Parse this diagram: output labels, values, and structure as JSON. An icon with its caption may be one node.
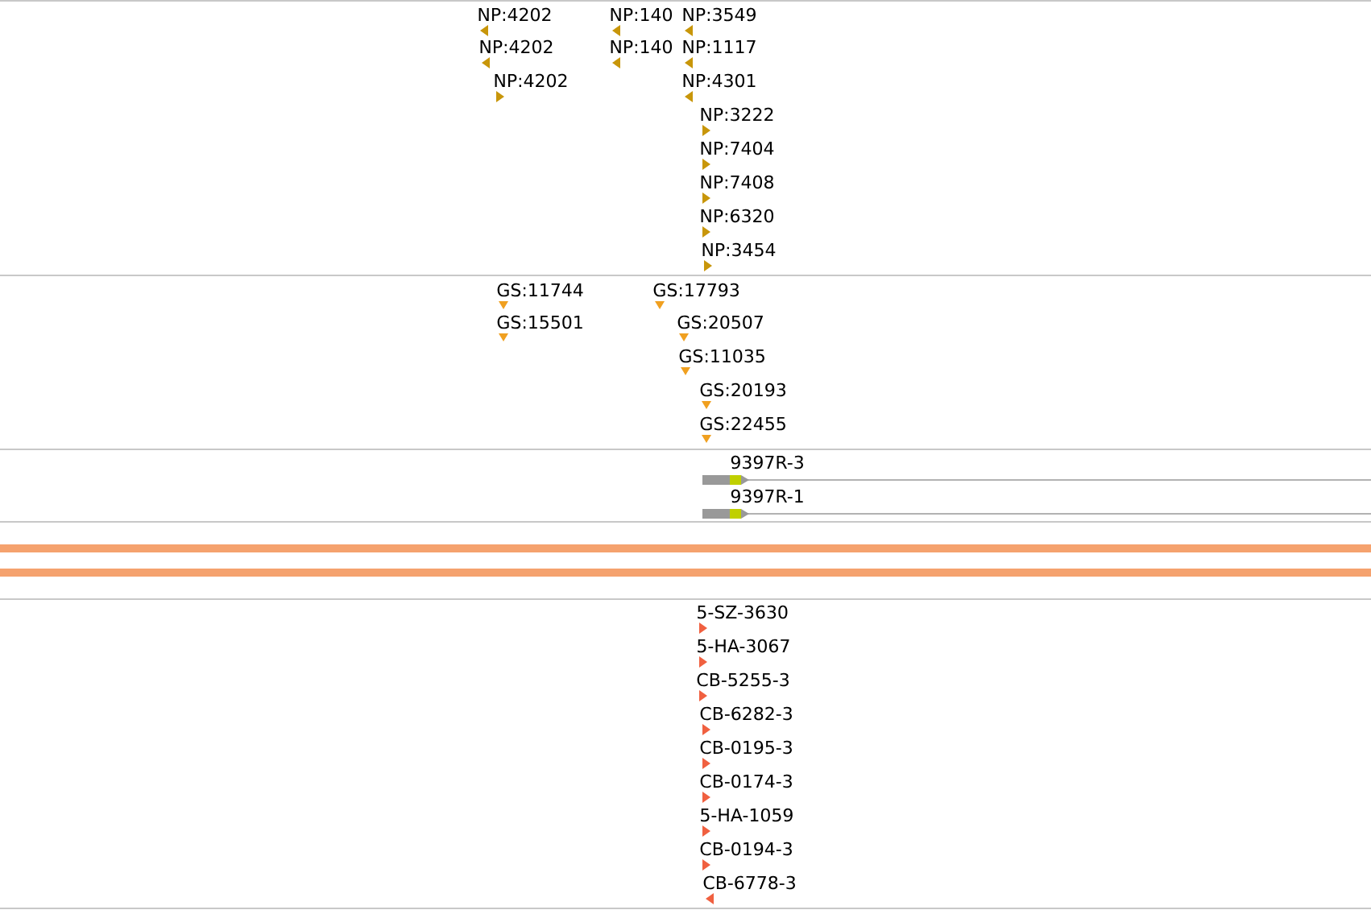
{
  "diagram": {
    "labels": [
      "NP:4202",
      "NP:140",
      "NP:3549",
      "NP:4202",
      "NP:140",
      "NP:1117",
      "NP:4202",
      "NP:4301",
      "NP:3222",
      "NP:7404",
      "NP:7408",
      "NP:6320",
      "NP:3454",
      "GS:11744",
      "GS:17793",
      "GS:15501",
      "GS:20507",
      "GS:11035",
      "GS:20193",
      "GS:22455",
      "9397R-3",
      "9397R-1",
      "5-SZ-3630",
      "5-HA-3067",
      "CB-5255-3",
      "CB-6282-3",
      "CB-0195-3",
      "CB-0174-3",
      "5-HA-1059",
      "CB-0194-3",
      "CB-6778-3"
    ]
  }
}
